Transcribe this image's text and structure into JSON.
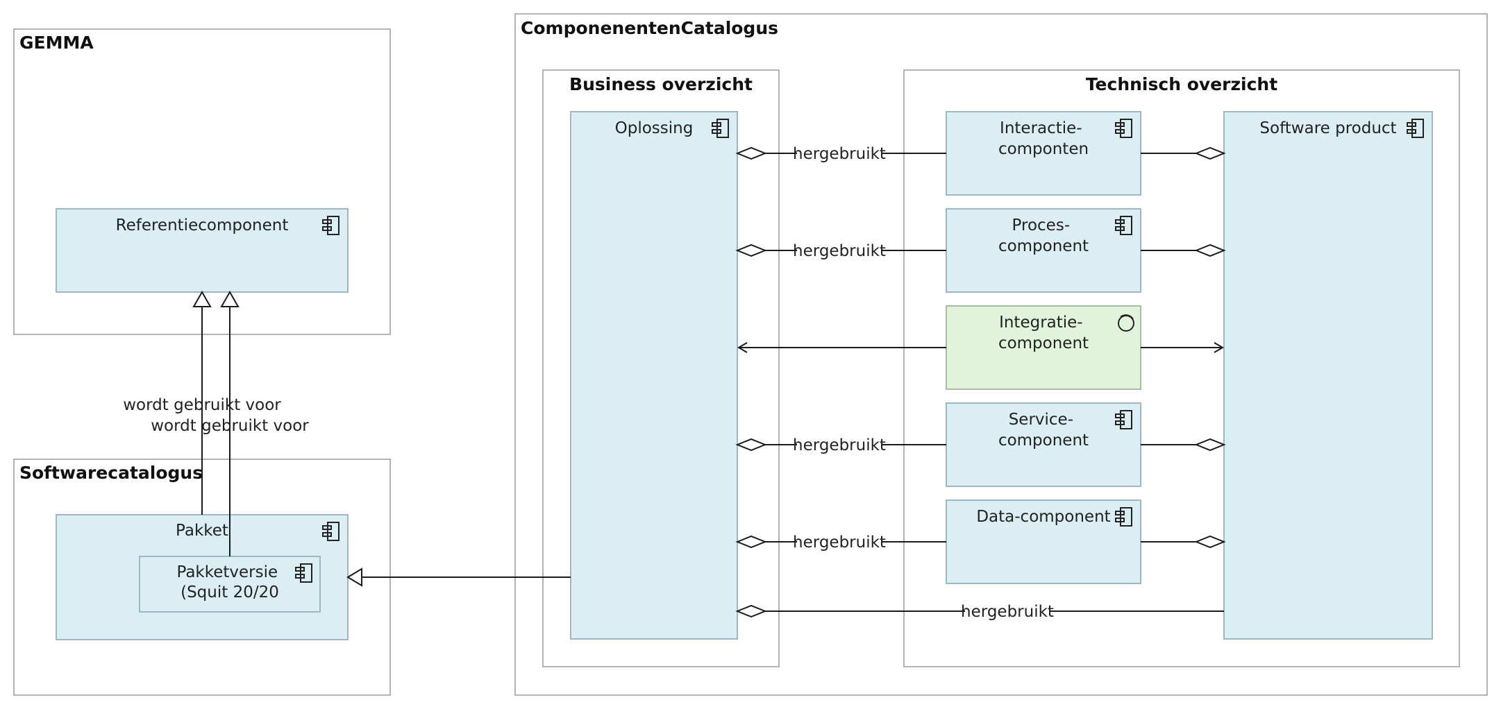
{
  "groups": {
    "gemma": "GEMMA",
    "softwarecatalogus": "Softwarecatalogus",
    "componentencatalogus": "ComponenentenCatalogus",
    "business": "Business overzicht",
    "technisch": "Technisch overzicht"
  },
  "components": {
    "referentiecomponent": [
      "Referentiecomponent"
    ],
    "pakket": [
      "Pakket"
    ],
    "pakketversie": [
      "Pakketversie",
      "(Squit 20/20"
    ],
    "oplossing": [
      "Oplossing"
    ],
    "interactie": [
      "Interactie-",
      "componten"
    ],
    "proces": [
      "Proces-",
      "component"
    ],
    "integratie": [
      "Integratie-",
      "component"
    ],
    "service": [
      "Service-",
      "component"
    ],
    "data": [
      "Data-component"
    ],
    "software_product": [
      "Software product"
    ]
  },
  "relations": {
    "wordt_gebruikt_voor_1": "wordt gebruikt voor",
    "wordt_gebruikt_voor_2": "wordt gebruikt voor",
    "hergebruikt_interactie": "hergebruikt",
    "hergebruikt_proces": "hergebruikt",
    "hergebruikt_service": "hergebruikt",
    "hergebruikt_data": "hergebruikt",
    "hergebruikt_software": "hergebruikt"
  },
  "icons": {
    "component": "component-icon",
    "interface": "interface-icon"
  },
  "colors": {
    "component_fill": "#dbeef4",
    "interface_fill": "#e2f3dc",
    "group_border": "#b3b3b3"
  }
}
